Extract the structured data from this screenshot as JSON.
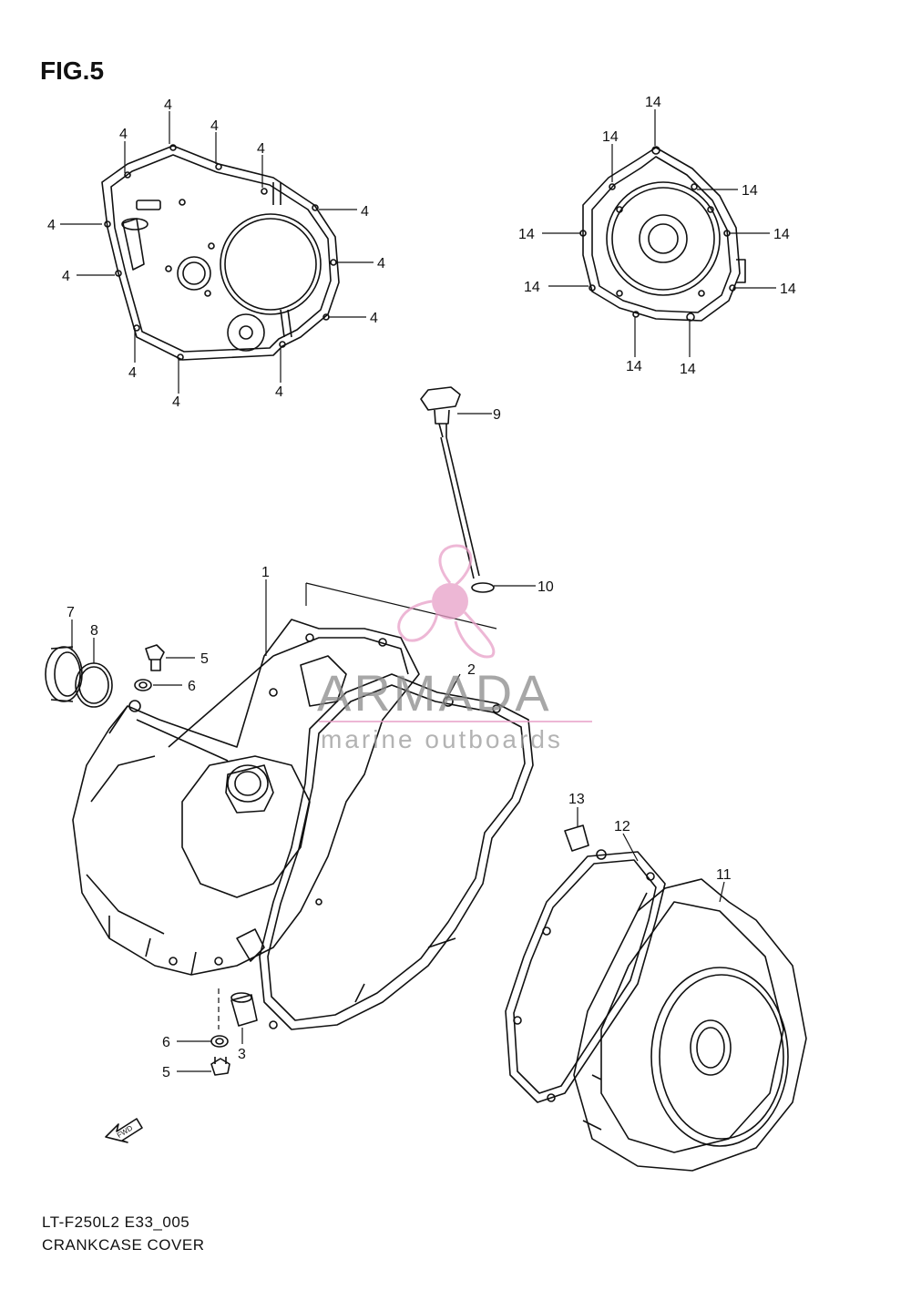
{
  "figure": {
    "title": "FIG.5",
    "model_code": "LT-F250L2 E33_005",
    "section_name": "CRANKCASE COVER"
  },
  "watermark": {
    "brand": "ARMADA",
    "tagline": "marine outboards",
    "accent_color": "#e8a0c8"
  },
  "fwd_badge": "FWD",
  "callouts": {
    "p1": "1",
    "p2": "2",
    "p3": "3",
    "p4": "4",
    "p5": "5",
    "p6": "6",
    "p7": "7",
    "p8": "8",
    "p9": "9",
    "p10": "10",
    "p11": "11",
    "p12": "12",
    "p13": "13",
    "p14": "14"
  },
  "colors": {
    "line": "#111111",
    "background": "#ffffff"
  }
}
